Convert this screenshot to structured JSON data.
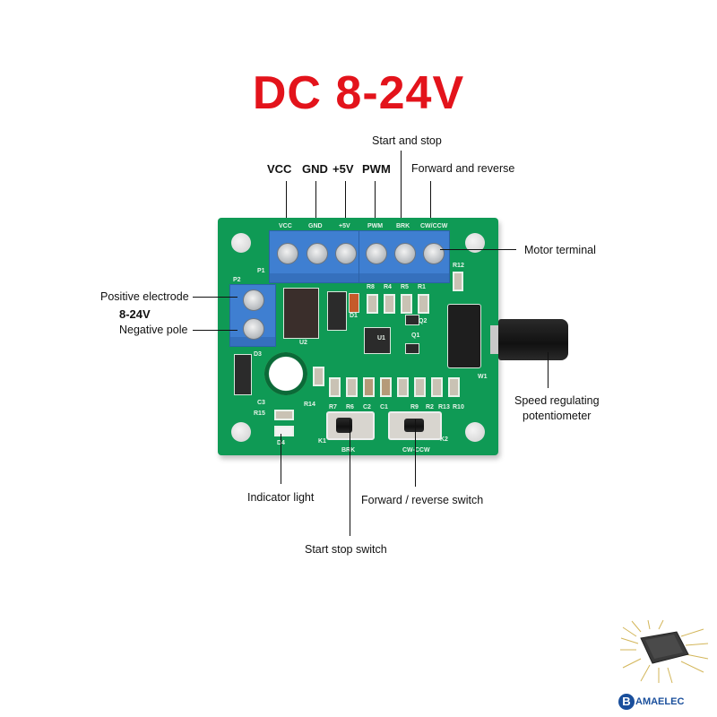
{
  "title": "DC 8-24V",
  "title_color": "#e3131b",
  "board_color": "#0f9a55",
  "terminal_color": "#3f7fd1",
  "top_labels": {
    "vcc": "VCC",
    "gnd": "GND",
    "plus5v": "+5V",
    "pwm": "PWM",
    "start_stop": "Start and stop",
    "forward_reverse": "Forward and reverse"
  },
  "side_labels": {
    "motor_terminal": "Motor terminal",
    "positive_electrode": "Positive electrode",
    "voltage": "8-24V",
    "negative_pole": "Negative pole",
    "speed_pot_line1": "Speed regulating",
    "speed_pot_line2": "potentiometer"
  },
  "bottom_labels": {
    "indicator_light": "Indicator light",
    "forward_reverse_switch": "Forward / reverse switch",
    "start_stop_switch": "Start stop switch"
  },
  "silkscreen": {
    "p1": "P1",
    "p2": "P2",
    "r12": "R12",
    "u2": "U2",
    "d3": "D3",
    "c3": "C3",
    "r15": "R15",
    "d4": "D4",
    "k1": "K1",
    "k2": "K2",
    "brk": "BRK",
    "cw_ccw": "CW-CCW",
    "r1": "R1",
    "r4": "R4",
    "r5": "R5",
    "r8": "R8",
    "d1": "D1",
    "u1": "U1",
    "q1": "Q1",
    "q2": "Q2",
    "r7": "R7",
    "r6": "R6",
    "c2": "C2",
    "c1": "C1",
    "r9": "R9",
    "r2": "R2",
    "r13": "R13",
    "r10": "R10",
    "r14": "R14",
    "w1": "W1",
    "pin_vcc": "VCC",
    "pin_gnd": "GND",
    "pin_5v": "+5V",
    "pin_pwm": "PWM",
    "pin_brk": "BRK",
    "pin_cwccw": "CW/CCW"
  },
  "logo": {
    "brand": "AMAELEC",
    "letter": "B"
  }
}
